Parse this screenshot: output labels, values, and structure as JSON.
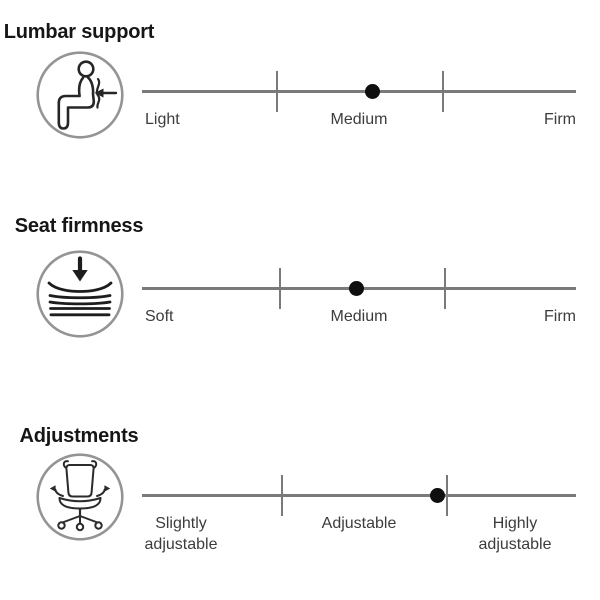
{
  "colors": {
    "background": "#ffffff",
    "track": "#7a7a7a",
    "tick": "#7a7a7a",
    "dot": "#0f0f0f",
    "title_text": "#161616",
    "label_text": "#3c3c3c",
    "icon_circle_outline": "#949494",
    "icon_stroke": "#262626"
  },
  "sections": [
    {
      "title": "Lumbar support",
      "icon": "lumbar-support-icon",
      "scale_labels": [
        "Light",
        "Medium",
        "Firm"
      ],
      "dot_position": "53.2%",
      "tick_positions": [
        "31.1%",
        "69.4%"
      ]
    },
    {
      "title": "Seat firmness",
      "icon": "seat-firmness-icon",
      "scale_labels": [
        "Soft",
        "Medium",
        "Firm"
      ],
      "dot_position": "49.5%",
      "tick_positions": [
        "31.8%",
        "69.8%"
      ]
    },
    {
      "title": "Adjustments",
      "icon": "adjustments-icon",
      "scale_labels": [
        "Slightly adjustable",
        "Adjustable",
        "Highly adjustable"
      ],
      "dot_position": "68.2%",
      "tick_positions": [
        "32.3%",
        "70.3%"
      ]
    }
  ]
}
